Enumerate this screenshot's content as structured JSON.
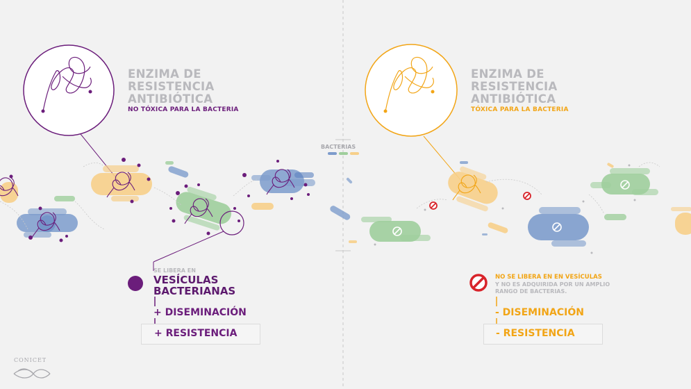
{
  "colors": {
    "purple": "#6b1d7b",
    "orange": "#f2a516",
    "red": "#d8232a",
    "gray_title": "#b9b9bd",
    "blue": "#7d9ccc",
    "green": "#9fce9c",
    "yellow": "#f7cf8a"
  },
  "center": {
    "label": "BACTERIAS"
  },
  "left": {
    "title_lines": [
      "ENZIMA DE",
      "RESISTENCIA",
      "ANTIBIÓTICA"
    ],
    "subtitle": "NO TÓXICA PARA LA BACTERIA",
    "release_small": "SE LIBERA EN",
    "release_big_1": "VESÍCULAS",
    "release_big_2": "BACTERIANAS",
    "effect_1": "+ DISEMINACIÓN",
    "effect_2": "+ RESISTENCIA",
    "icon": "purple-dot-icon"
  },
  "right": {
    "title_lines": [
      "ENZIMA DE",
      "RESISTENCIA",
      "ANTIBIÓTICA"
    ],
    "subtitle": "TÓXICA PARA LA BACTERIA",
    "note_line_1": "NO SE LIBERA EN EN VESÍCULAS",
    "note_line_2": "Y NO ES ADQUIRIDA POR UN AMPLIO",
    "note_line_3": "RANGO DE BACTERIAS.",
    "effect_1": "- DISEMINACIÓN",
    "effect_2": "- RESISTENCIA",
    "icon": "prohibited-icon"
  },
  "logo": {
    "text": "CONICET",
    "icon": "conicet-logo-icon"
  }
}
